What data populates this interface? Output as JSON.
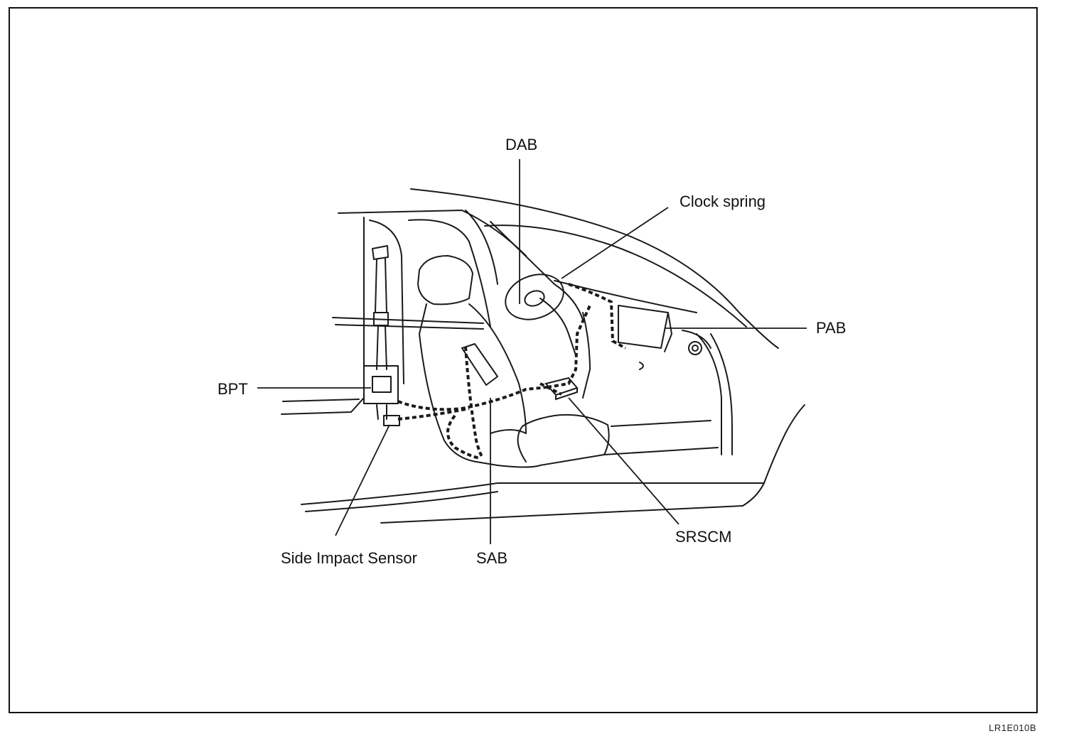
{
  "labels": {
    "dab": "DAB",
    "clock_spring": "Clock spring",
    "pab": "PAB",
    "bpt": "BPT",
    "side_impact_sensor": "Side Impact Sensor",
    "sab": "SAB",
    "srscm": "SRSCM"
  },
  "figure_code": "LR1E010B"
}
